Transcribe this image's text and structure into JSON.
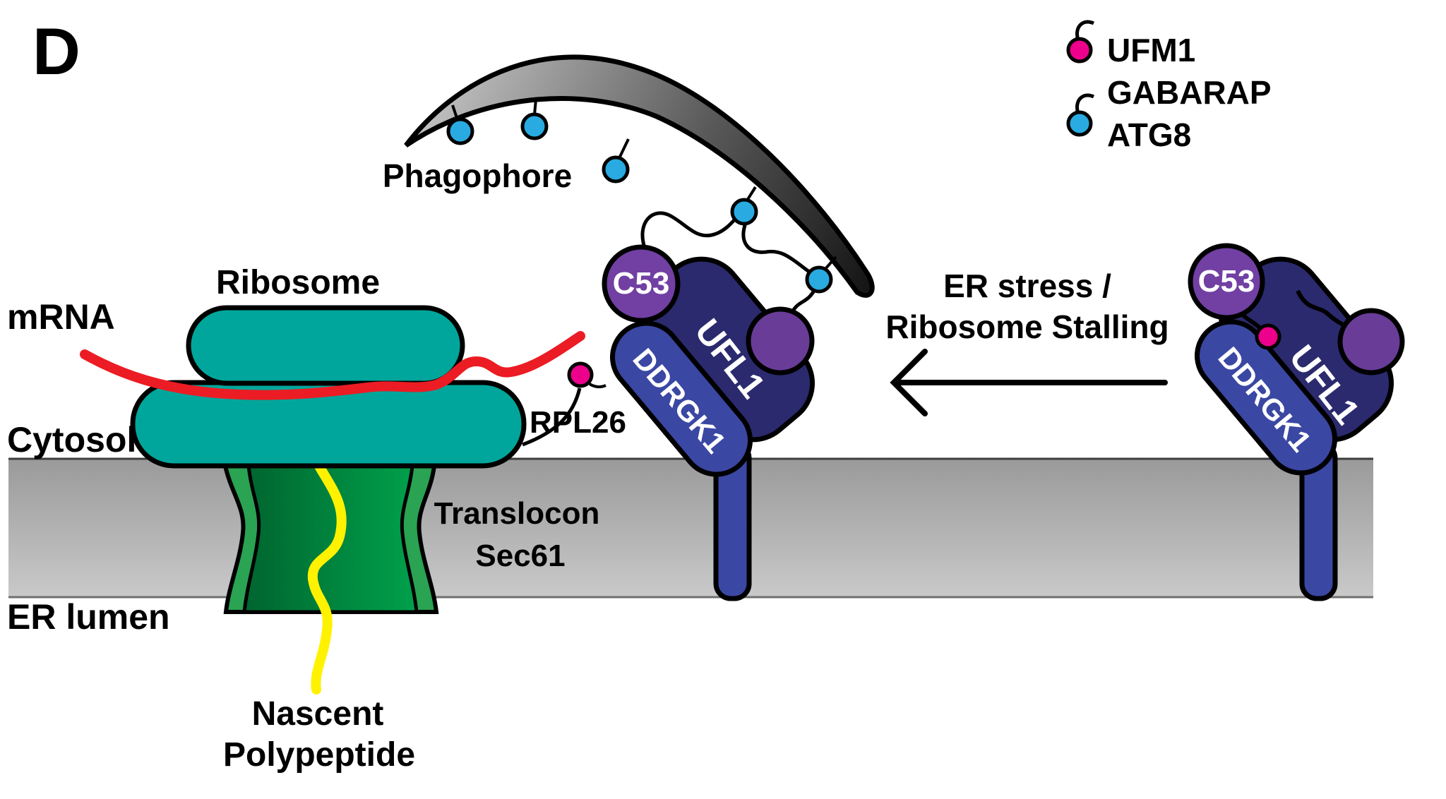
{
  "panel_label": "D",
  "legend": {
    "ufm1_label": "UFM1",
    "gabarap_label": "GABARAP",
    "atg8_label": "ATG8",
    "ufm1_color": "#EC008C",
    "gabarap_atg8_color": "#29ABE2"
  },
  "phagophore": {
    "label": "Phagophore"
  },
  "ribosome": {
    "label": "Ribosome",
    "mrna_label": "mRNA",
    "rpl26_label": "RPL26"
  },
  "membrane": {
    "cytosol_label": "Cytosol",
    "er_lumen_label": "ER lumen"
  },
  "translocon": {
    "line1": "Translocon",
    "line2": "Sec61"
  },
  "nascent": {
    "line1": "Nascent",
    "line2": "Polypeptide"
  },
  "arrow": {
    "line1": "ER stress /",
    "line2": "Ribosome Stalling"
  },
  "complex_center": {
    "c53": "C53",
    "ufl1": "UFL1",
    "ddrgk1": "DDRGK1"
  },
  "complex_right": {
    "c53": "C53",
    "ufl1": "UFL1",
    "ddrgk1": "DDRGK1"
  },
  "colors": {
    "ribosome_teal": "#00A69B",
    "membrane_gray_top": "#9A9A9A",
    "membrane_gray_bottom": "#C9C9C9",
    "translocon_green_dark": "#00662F",
    "translocon_green_light": "#00A14C",
    "translocon_band_green": "#2AA353",
    "nascent_yellow": "#FFF200",
    "mrna_red": "#EC1C24",
    "ufm1_pink": "#EC008C",
    "gabarap_blue": "#29ABE2",
    "ufl1_navy": "#2B2A6E",
    "ddrgk1_cobalt": "#3A47A3",
    "c53_purple": "#7140A2",
    "adapter_purple": "#693C98",
    "phagophore_light": "#C6C6C6",
    "phagophore_dark": "#121212",
    "outline_black": "#000000"
  }
}
